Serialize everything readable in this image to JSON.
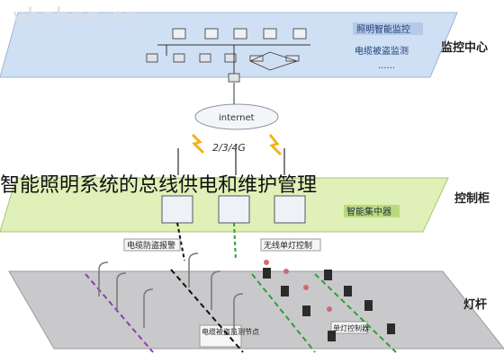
{
  "watermark": "ybzhan.cn",
  "caption": "智能照明系统的总线供电和维护管理",
  "layers": {
    "top": {
      "side_label": "监控中心",
      "panel_label_1": "照明智能监控",
      "panel_label_2": "电缆被盗监测",
      "dots": "......"
    },
    "middle": {
      "side_label": "控制柜",
      "panel_label": "智能集中器"
    },
    "bottom": {
      "side_label": "灯杆",
      "callout_cable": "电缆防盗报警",
      "callout_wireless": "无线单灯控制",
      "callout_node": "电缆被盗监测节点",
      "callout_controller": "单灯控制器"
    }
  },
  "network": {
    "internet": "internet",
    "mobile": "2/3/4G"
  },
  "colors": {
    "top_band": "#cfe0f4",
    "middle_band": "#dff0b8",
    "bottom_band": "#c9c9cc",
    "purple_cable": "#8a3fb0",
    "green_cable": "#2f9e3a",
    "black_cable": "#111111",
    "lightning": "#f2b21b"
  }
}
